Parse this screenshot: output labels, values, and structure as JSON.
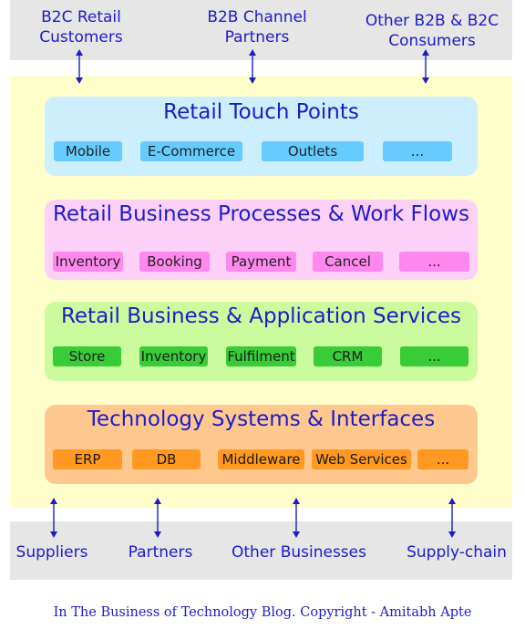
{
  "top_stakeholders": [
    {
      "line1": "B2C Retail",
      "line2": "Customers"
    },
    {
      "line1": "B2B Channel",
      "line2": "Partners"
    },
    {
      "line1": "Other B2B & B2C",
      "line2": "Consumers"
    }
  ],
  "layers": [
    {
      "title": "Retail Touch Points",
      "items": [
        "Mobile",
        "E-Commerce",
        "Outlets",
        "..."
      ],
      "colors": {
        "panel": "#cdeefd",
        "chip": "#66ccff"
      }
    },
    {
      "title": "Retail Business Processes & Work Flows",
      "items": [
        "Inventory",
        "Booking",
        "Payment",
        "Cancel",
        "..."
      ],
      "colors": {
        "panel": "#fdd0f8",
        "chip": "#ff88ee"
      }
    },
    {
      "title": "Retail Business & Application Services",
      "items": [
        "Store",
        "Inventory",
        "Fulfilment",
        "CRM",
        "..."
      ],
      "colors": {
        "panel": "#ccfb9e",
        "chip": "#38cc38"
      }
    },
    {
      "title": "Technology Systems & Interfaces",
      "items": [
        "ERP",
        "DB",
        "Middleware",
        "Web Services",
        "..."
      ],
      "colors": {
        "panel": "#ffc88f",
        "chip": "#ff9922"
      }
    }
  ],
  "bottom_stakeholders": [
    "Suppliers",
    "Partners",
    "Other Businesses",
    "Supply-chain"
  ],
  "footer": "In The Business of Technology Blog. Copyright - Amitabh Apte"
}
